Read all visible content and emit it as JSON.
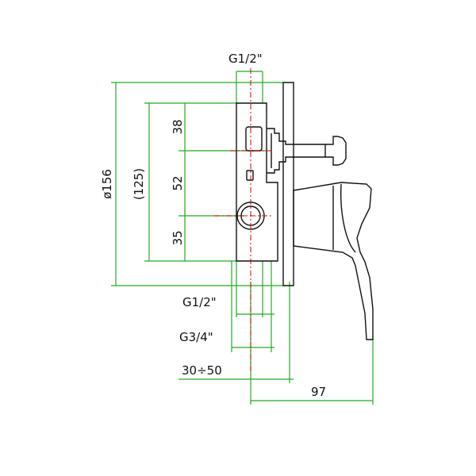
{
  "dimensions": {
    "thread_top": "G1/2\"",
    "diameter": "ø156",
    "depth_bracket": "(125)",
    "upper_spacing": "38",
    "middle_spacing": "52",
    "lower_spacing": "35",
    "thread_bottom_half": "G1/2\"",
    "thread_bottom_three_quarter": "G3/4\"",
    "wall_range": "30÷50",
    "projection": "97"
  },
  "colors": {
    "dimension_lines": "#22aa22",
    "outline": "#111111",
    "center_lines": "#cc0000"
  }
}
